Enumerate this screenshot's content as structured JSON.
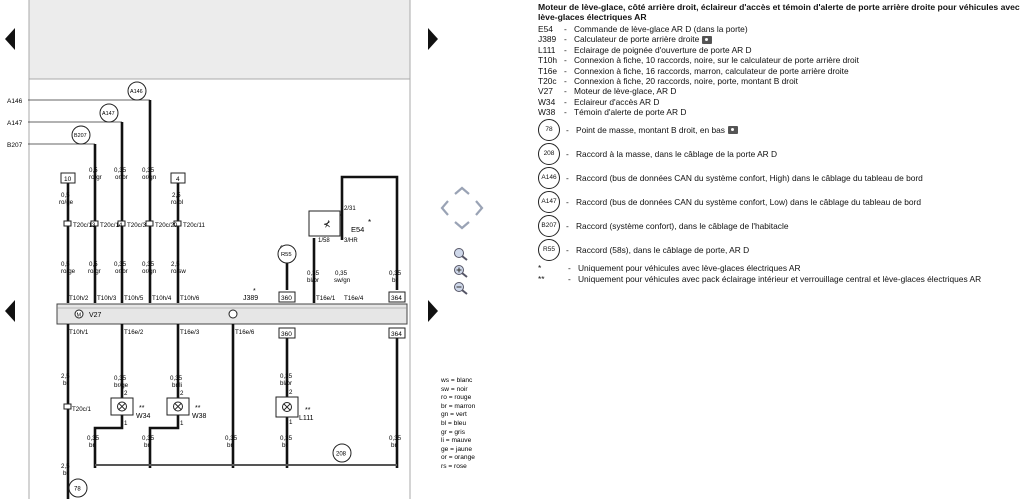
{
  "legend": {
    "title": "Moteur de lève-glace, côté arrière droit, éclaireur d'accès et témoin d'alerte de porte arrière droite pour véhicules avec lève-glaces électriques AR",
    "components": [
      {
        "code": "E54",
        "desc": "Commande de lève-glace AR D (dans la porte)",
        "photo": false
      },
      {
        "code": "J389",
        "desc": "Calculateur de porte arrière droite",
        "photo": true
      },
      {
        "code": "L111",
        "desc": "Eclairage de poignée d'ouverture de porte AR D",
        "photo": false
      },
      {
        "code": "T10h",
        "desc": "Connexion à fiche, 10 raccords, noire, sur le calculateur de porte arrière droit",
        "photo": false
      },
      {
        "code": "T16e",
        "desc": "Connexion à fiche, 16 raccords, marron, calculateur de porte arrière droite",
        "photo": false
      },
      {
        "code": "T20c",
        "desc": "Connexion à fiche, 20 raccords, noire, porte, montant B droit",
        "photo": false
      },
      {
        "code": "V27",
        "desc": "Moteur de lève-glace, AR D",
        "photo": false
      },
      {
        "code": "W34",
        "desc": "Eclaireur d'accès AR D",
        "photo": false
      },
      {
        "code": "W38",
        "desc": "Témoin d'alerte de porte AR D",
        "photo": false
      }
    ],
    "connections": [
      {
        "code": "78",
        "desc": "Point de masse, montant B droit, en bas",
        "photo": true
      },
      {
        "code": "208",
        "desc": "Raccord à la masse, dans le câblage de la porte AR D",
        "photo": false
      },
      {
        "code": "A146",
        "desc": "Raccord (bus de données CAN du système confort, High) dans le câblage du tableau de bord",
        "photo": false
      },
      {
        "code": "A147",
        "desc": "Raccord (bus de données CAN du système confort, Low) dans le câblage du tableau de bord",
        "photo": false
      },
      {
        "code": "B207",
        "desc": "Raccord (système confort), dans le câblage de l'habitacle",
        "photo": false
      },
      {
        "code": "R55",
        "desc": "Raccord (58s), dans le câblage de porte, AR D",
        "photo": false
      }
    ],
    "footnotes": [
      {
        "mark": "*",
        "desc": "Uniquement pour véhicules avec lève-glaces électriques AR"
      },
      {
        "mark": "**",
        "desc": "Uniquement pour véhicules avec pack éclairage intérieur et verrouillage central et lève-glaces électriques AR"
      }
    ],
    "dash": "-"
  },
  "abbreviations": [
    "ws = blanc",
    "sw = noir",
    "ro = rouge",
    "br = marron",
    "gn = vert",
    "bl = bleu",
    "gr = gris",
    "li = mauve",
    "ge = jaune",
    "or = orange",
    "rs = rose"
  ],
  "diagram": {
    "left_labels": [
      "A146",
      "A147",
      "B207"
    ],
    "bubbles": [
      "A146",
      "A147",
      "B207",
      "R55",
      "208",
      "78"
    ],
    "boxes": [
      "10",
      "4",
      "360",
      "364",
      "360",
      "364"
    ],
    "upper_gauges": [
      "0,5",
      "0,35",
      "0,35",
      "2,5",
      "0,5",
      "0,35",
      "0,35",
      "0,35"
    ],
    "upper_colors": [
      "ro/ge",
      "or/br",
      "or/gn",
      "ro/bl",
      "ro/gr",
      "or/br",
      "or/gn",
      "bl/br",
      "sw/gn",
      "br"
    ],
    "t20c_pins": [
      "T20c/13",
      "T20c/14",
      "T20c/3",
      "T20c/20",
      "T20c/11"
    ],
    "lower_upper_gauges": [
      "0,5",
      "0,5",
      "0,35",
      "0,35",
      "2,5",
      "0,35",
      "0,35",
      "0,35"
    ],
    "lower_upper_colors": [
      "ro/ge",
      "ro/gr",
      "or/br",
      "or/gn",
      "ro/sw",
      "bl/br",
      "sw/gn",
      "br"
    ],
    "t10h_pins": [
      "T10h/2",
      "T10h/3",
      "T10h/5",
      "T10h/4",
      "T10h/6"
    ],
    "t16e_top": [
      "T16e/1",
      "T16e/4"
    ],
    "j389": "J389",
    "v27": "V27",
    "motor": "M",
    "e54": "E54",
    "e54_pins": [
      "2/31",
      "1/58",
      "3/HR"
    ],
    "t16e_bottom": [
      "T16e/2",
      "T16e/3",
      "T16e/6"
    ],
    "t10h1": "T10h/1",
    "t20c1": "T20c/1",
    "w34": "W34",
    "w38": "W38",
    "l111": "L111",
    "lamp_colors": [
      "br/ge",
      "br/li",
      "bl/br"
    ],
    "star": "*",
    "dstar": "**",
    "pin1": "1",
    "pin2": "2",
    "g035": "0,35",
    "g25": "2,5",
    "br": "br"
  }
}
